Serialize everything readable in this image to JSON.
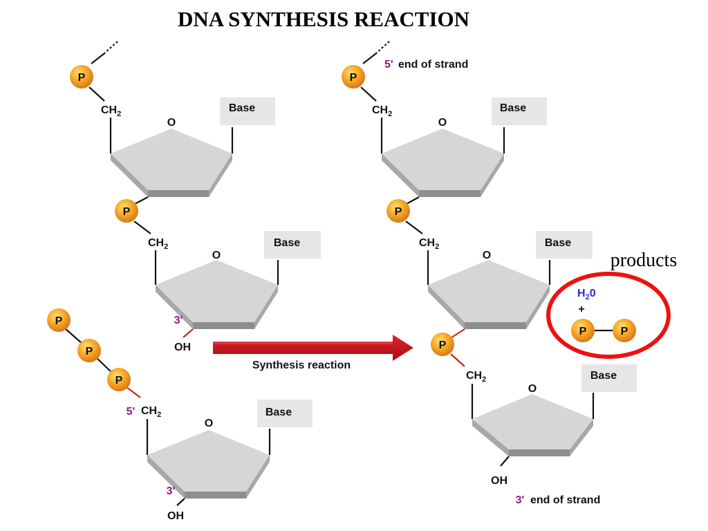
{
  "title": "DNA SYNTHESIS REACTION",
  "labels": {
    "phosphate": "P",
    "ch2": "CH",
    "ch2_sub": "2",
    "ring_oxygen": "O",
    "base": "Base",
    "oh": "OH",
    "three_prime": "3'",
    "five_prime": "5'",
    "five_prime_end_text": "end of strand",
    "three_prime_end_text": "end of strand",
    "reaction_label": "Synthesis reaction",
    "products_label": "products",
    "water": "H",
    "water_sub": "2",
    "water_tail": "0",
    "plus": "+"
  },
  "colors": {
    "phosphate_fill": "#f2a52a",
    "phosphate_ring": "#e8d63a",
    "sugar_face": "#d6d6d6",
    "sugar_edge": "#9a9a9a",
    "base_box": "#e6e6e6",
    "arrow": "#c8111b",
    "circle": "#ee1111",
    "prime_label": "#8b1a7a",
    "water_label": "#2c2cc8"
  }
}
